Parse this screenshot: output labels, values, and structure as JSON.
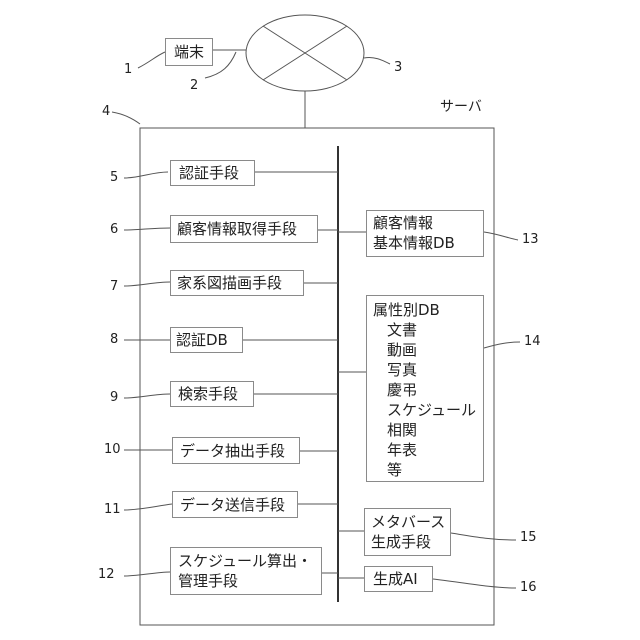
{
  "terminal": {
    "label": "端末"
  },
  "server": {
    "label": "サーバ"
  },
  "modules": {
    "auth": "認証手段",
    "customer_info": "顧客情報取得手段",
    "family_tree": "家系図描画手段",
    "auth_db": "認証DB",
    "search": "検索手段",
    "data_extract": "データ抽出手段",
    "data_send": "データ送信手段",
    "schedule_line1": "スケジュール算出・",
    "schedule_line2": "管理手段"
  },
  "databases": {
    "customer_db_line1": "顧客情報",
    "customer_db_line2": "基本情報DB",
    "attr_db": {
      "title": "属性別DB",
      "items": [
        "文書",
        "動画",
        "写真",
        "慶弔",
        "スケジュール",
        "相関",
        "年表",
        "等"
      ]
    },
    "metaverse_line1": "メタバース",
    "metaverse_line2": "生成手段",
    "gen_ai": "生成AI"
  },
  "ref_numbers": [
    "1",
    "2",
    "3",
    "4",
    "5",
    "6",
    "7",
    "8",
    "9",
    "10",
    "11",
    "12",
    "13",
    "14",
    "15",
    "16"
  ]
}
